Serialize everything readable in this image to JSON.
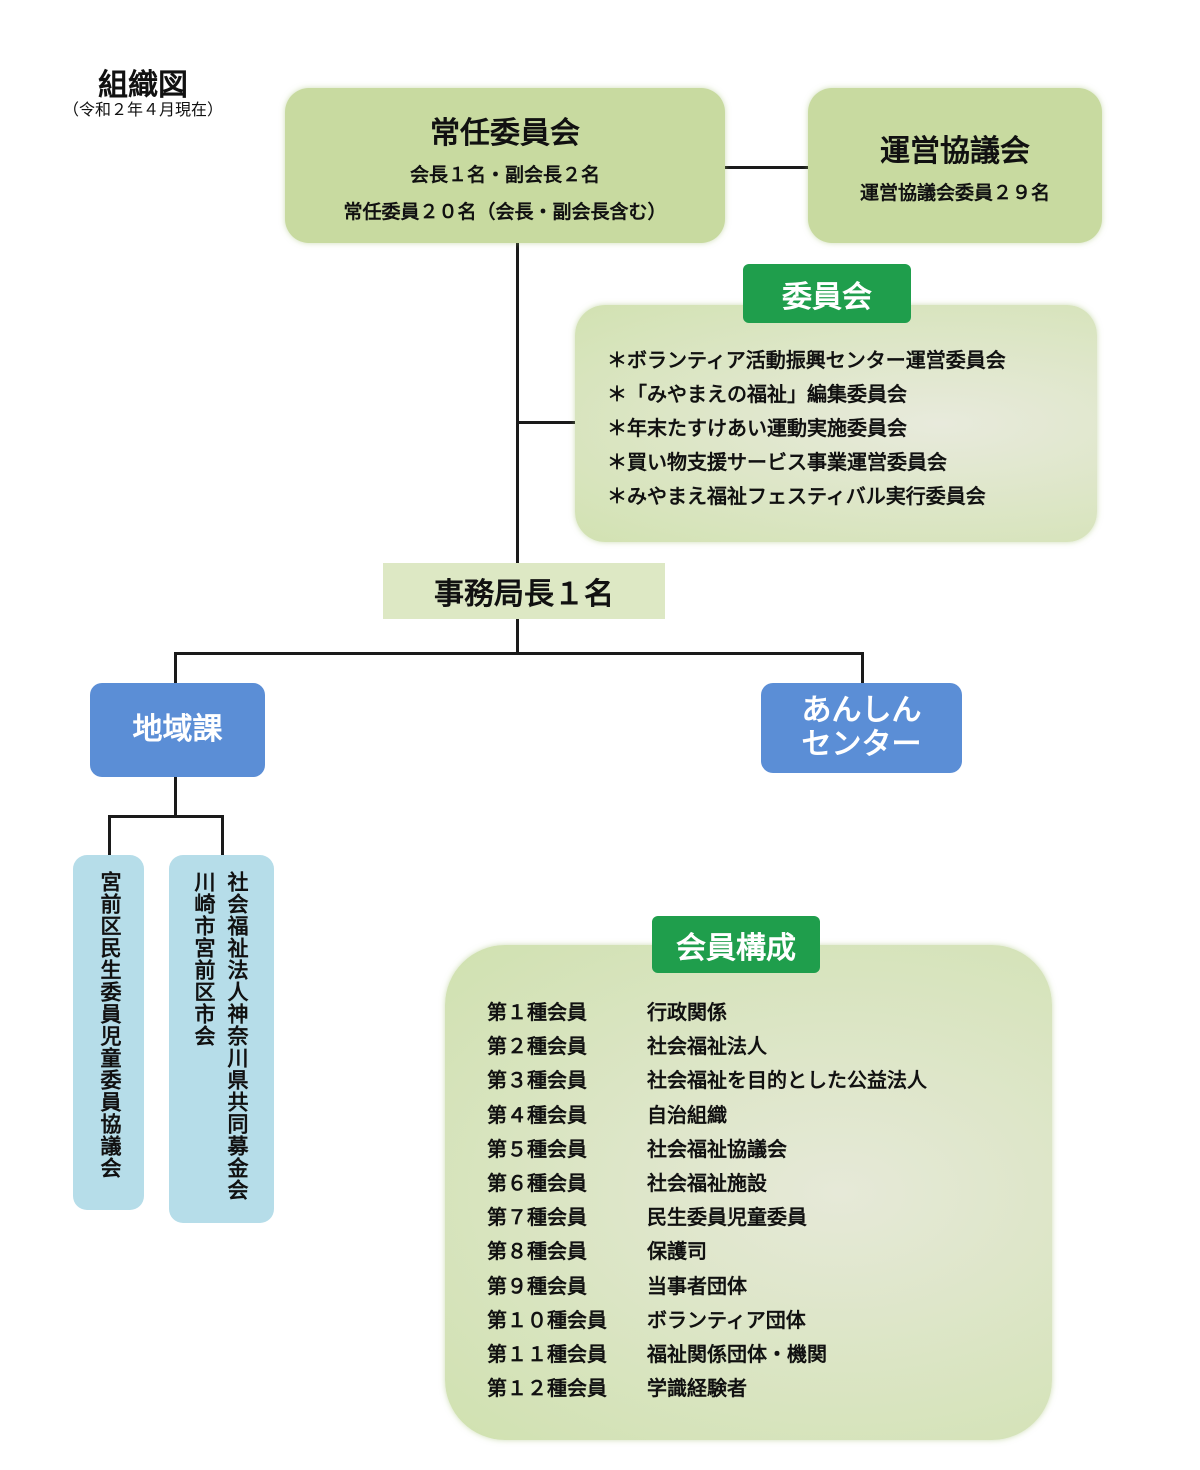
{
  "title": "組織図",
  "subtitle": "（令和２年４月現在）",
  "standing_committee": {
    "title": "常任委員会",
    "line1": "会長１名・副会長２名",
    "line2": "常任委員２０名（会長・副会長含む）"
  },
  "management_council": {
    "title": "運営協議会",
    "line1": "運営協議会委員２９名"
  },
  "committees": {
    "label": "委員会",
    "items": [
      "＊ボランティア活動振興センター運営委員会",
      "＊「みやまえの福祉」編集委員会",
      "＊年末たすけあい運動実施委員会",
      "＊買い物支援サービス事業運営委員会",
      "＊みやまえ福祉フェスティバル実行委員会"
    ]
  },
  "secretary_general": "事務局長１名",
  "community_section": "地域課",
  "anshin_center": [
    "あんしん",
    "センター"
  ],
  "sub_orgs": {
    "minsei": "宮前区民生委員児童委員協議会",
    "kyodo_line1": "社会福祉法人神奈川県共同募金会",
    "kyodo_line2": "川崎市宮前区市会"
  },
  "membership": {
    "label": "会員構成",
    "rows": [
      {
        "type": "第１種会員",
        "desc": "行政関係"
      },
      {
        "type": "第２種会員",
        "desc": "社会福祉法人"
      },
      {
        "type": "第３種会員",
        "desc": "社会福祉を目的とした公益法人"
      },
      {
        "type": "第４種会員",
        "desc": "自治組織"
      },
      {
        "type": "第５種会員",
        "desc": "社会福祉協議会"
      },
      {
        "type": "第６種会員",
        "desc": "社会福祉施設"
      },
      {
        "type": "第７種会員",
        "desc": "民生委員児童委員"
      },
      {
        "type": "第８種会員",
        "desc": "保護司"
      },
      {
        "type": "第９種会員",
        "desc": "当事者団体"
      },
      {
        "type": "第１０種会員",
        "desc": "ボランティア団体"
      },
      {
        "type": "第１１種会員",
        "desc": "福祉関係団体・機関"
      },
      {
        "type": "第１２種会員",
        "desc": "学識経験者"
      }
    ]
  },
  "colors": {
    "green_box": "#c8daa0",
    "green_tag": "#1f9e4c",
    "blue_box": "#5b8ed6",
    "light_blue_box": "#b6dde9"
  }
}
